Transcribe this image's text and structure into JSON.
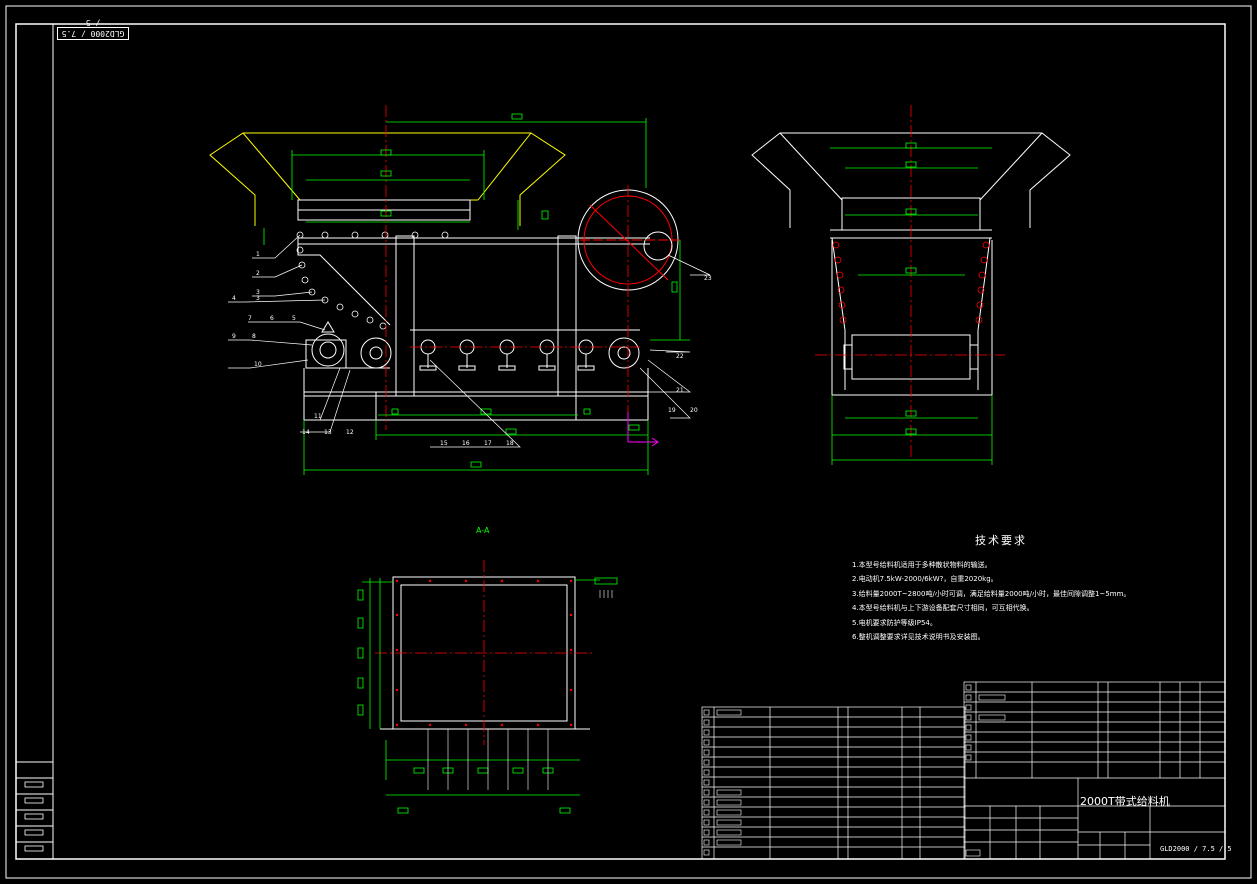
{
  "drawing": {
    "corner_code": "GLD2000 / 7.5 / 5",
    "section_label": "A-A",
    "machine_name": "2000T带式给料机",
    "title_block_code": "GLD2000 / 7.5 / 5"
  },
  "technical_requirements": {
    "title": "技术要求",
    "items": [
      "1.本型号给料机适用于多种散状物料的输送。",
      "2.电动机7.5kW-2000/6kW?，自重2020kg。",
      "3.给料量2000T~2800吨/小时可调，满足给料量2000吨/小时，最佳间隙调整1~5mm。",
      "4.本型号给料机与上下游设备配套尺寸相同，可互相代换。",
      "5.电机要求防护等级IP54。",
      "6.整机调整要求详见技术说明书及安装图。"
    ]
  },
  "part_numbers": [
    "1",
    "2",
    "3",
    "3",
    "4",
    "5",
    "6",
    "7",
    "8",
    "9",
    "10",
    "11",
    "12",
    "13",
    "14",
    "15",
    "16",
    "17",
    "18",
    "19",
    "20",
    "21",
    "22",
    "23"
  ],
  "colors": {
    "background": "#000000",
    "outline": "#ffffff",
    "hopper": "#ffff00",
    "dimension": "#00ff00",
    "centerline": "#ff0000",
    "accent": "#ff00ff"
  }
}
